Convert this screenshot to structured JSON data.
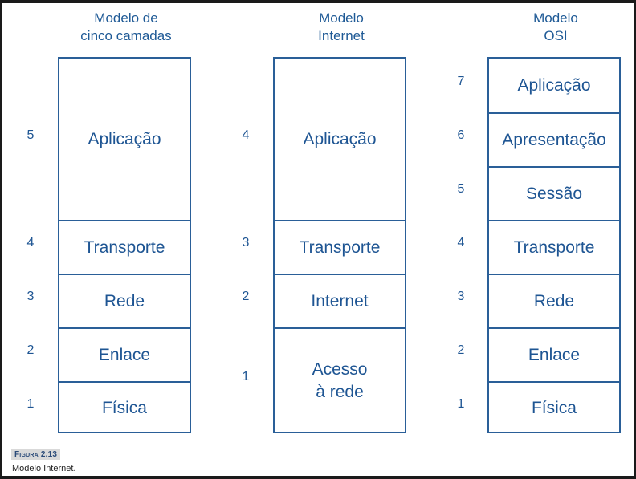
{
  "columns": [
    {
      "title_lines": [
        "Modelo de",
        "cinco camadas"
      ],
      "layers": [
        {
          "number": "5",
          "label": "Aplicação"
        },
        {
          "number": "4",
          "label": "Transporte"
        },
        {
          "number": "3",
          "label": "Rede"
        },
        {
          "number": "2",
          "label": "Enlace"
        },
        {
          "number": "1",
          "label": "Física"
        }
      ]
    },
    {
      "title_lines": [
        "Modelo",
        "Internet"
      ],
      "layers": [
        {
          "number": "4",
          "label": "Aplicação"
        },
        {
          "number": "3",
          "label": "Transporte"
        },
        {
          "number": "2",
          "label": "Internet"
        },
        {
          "number": "1",
          "label": "Acesso\nà rede"
        }
      ]
    },
    {
      "title_lines": [
        "Modelo",
        "OSI"
      ],
      "layers": [
        {
          "number": "7",
          "label": "Aplicação"
        },
        {
          "number": "6",
          "label": "Apresentação"
        },
        {
          "number": "5",
          "label": "Sessão"
        },
        {
          "number": "4",
          "label": "Transporte"
        },
        {
          "number": "3",
          "label": "Rede"
        },
        {
          "number": "2",
          "label": "Enlace"
        },
        {
          "number": "1",
          "label": "Física"
        }
      ]
    }
  ],
  "figure": {
    "label": "Figura 2.13",
    "caption": "Modelo Internet."
  }
}
